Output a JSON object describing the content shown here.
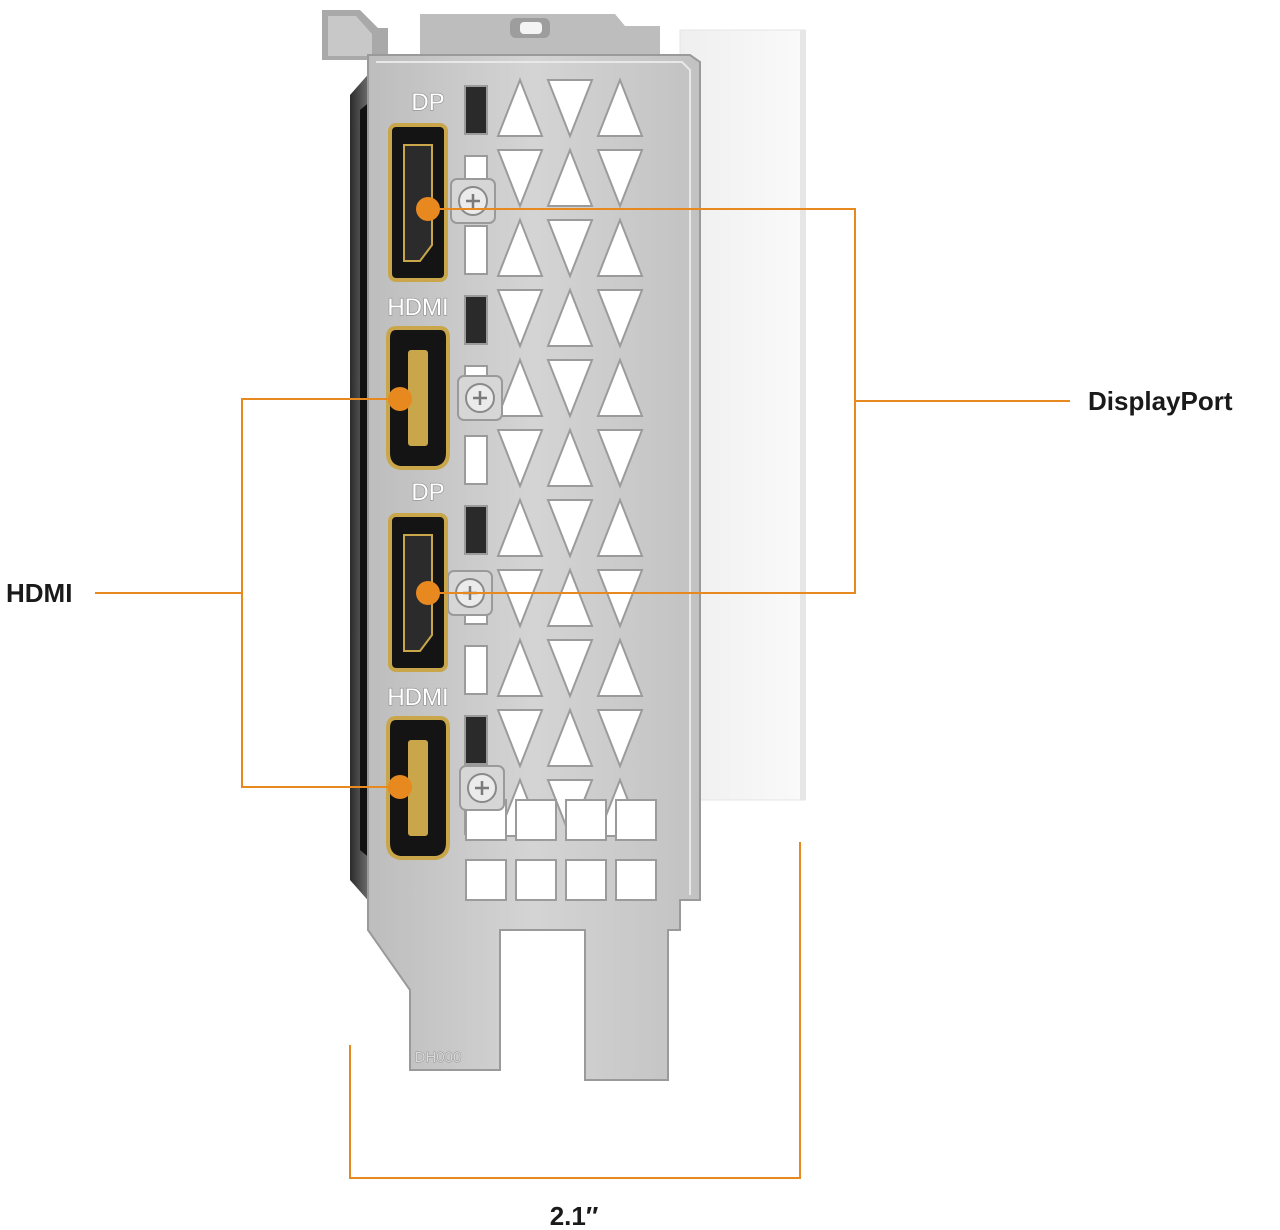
{
  "colors": {
    "accent": "#e8891f",
    "bracket": "#c9c9c9",
    "bracket_dark": "#a7a7a7",
    "port_gold": "#c9a64a",
    "port_black": "#141414"
  },
  "bracket": {
    "port_labels": [
      "DP",
      "HDMI",
      "DP",
      "HDMI"
    ],
    "stamp": "DH000"
  },
  "callouts": {
    "displayport": "DisplayPort",
    "hdmi": "HDMI"
  },
  "dimension": {
    "width_label": "2.1″"
  }
}
